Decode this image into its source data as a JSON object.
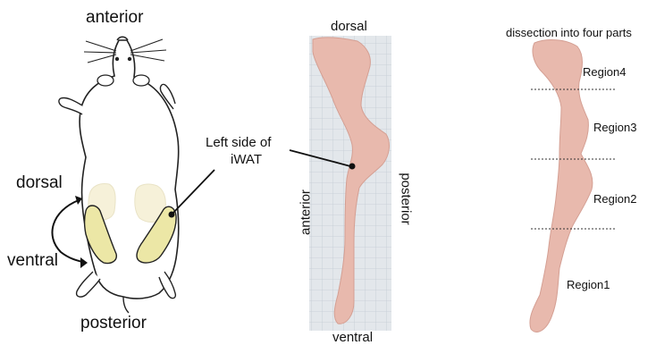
{
  "mouse_panel": {
    "top_label": "anterior",
    "bottom_label": "posterior",
    "dorsal_label": "dorsal",
    "ventral_label": "ventral",
    "callout_label_line1": "Left side of",
    "callout_label_line2": "iWAT"
  },
  "photo_panel": {
    "top_label": "dorsal",
    "bottom_label": "ventral",
    "left_label": "anterior",
    "right_label": "posterior"
  },
  "regions_panel": {
    "title": "dissection into four parts",
    "regions": [
      "Region4",
      "Region3",
      "Region2",
      "Region1"
    ]
  },
  "colors": {
    "fat_ventral": "#ece7a6",
    "fat_dorsal": "#f6f1d9",
    "tissue": "#e8b9ad",
    "grid_bg": "#dfe3e8",
    "grid_line": "#b9c1cc"
  }
}
